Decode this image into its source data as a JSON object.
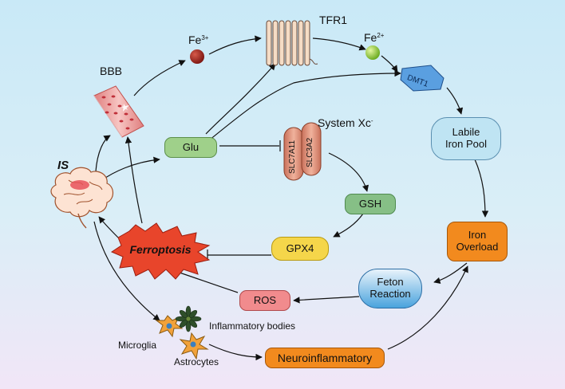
{
  "labels": {
    "bbb": "BBB",
    "fe3": "Fe",
    "fe3_sup": "3+",
    "tfr1": "TFR1",
    "fe2": "Fe",
    "fe2_sup": "2+",
    "dmt1": "DMT1",
    "system_xc": "System Xc",
    "system_xc_sup": "-",
    "slc7a11": "SLC7A11",
    "slc3a2": "SLC3A2",
    "is": "IS",
    "microglia": "Microglia",
    "astrocytes": "Astrocytes",
    "inflammatory_bodies": "Inflammatory bodies"
  },
  "nodes": {
    "glu": "Glu",
    "labile_line1": "Labile",
    "labile_line2": "Iron Pool",
    "gsh": "GSH",
    "gpx4": "GPX4",
    "ferroptosis": "Ferroptosis",
    "iron_line1": "Iron",
    "iron_line2": "Overload",
    "feton_line1": "Feton",
    "feton_line2": "Reaction",
    "ros": "ROS",
    "neuroinflammatory": "Neuroinflammatory"
  },
  "colors": {
    "background_top": "#c9e9f7",
    "background_bottom": "#f1e6f7",
    "orange_node": "#f28a1e",
    "green_node": "#9fd08a",
    "gsh_node": "#86bf86",
    "gpx4_node": "#f5d64a",
    "ros_node": "#f18b8d",
    "labile_node": "#bfe4f3",
    "feton_node": "#4aa3dd",
    "ferroptosis_burst": "#e8452b",
    "dmt1": "#5a9fe0"
  }
}
